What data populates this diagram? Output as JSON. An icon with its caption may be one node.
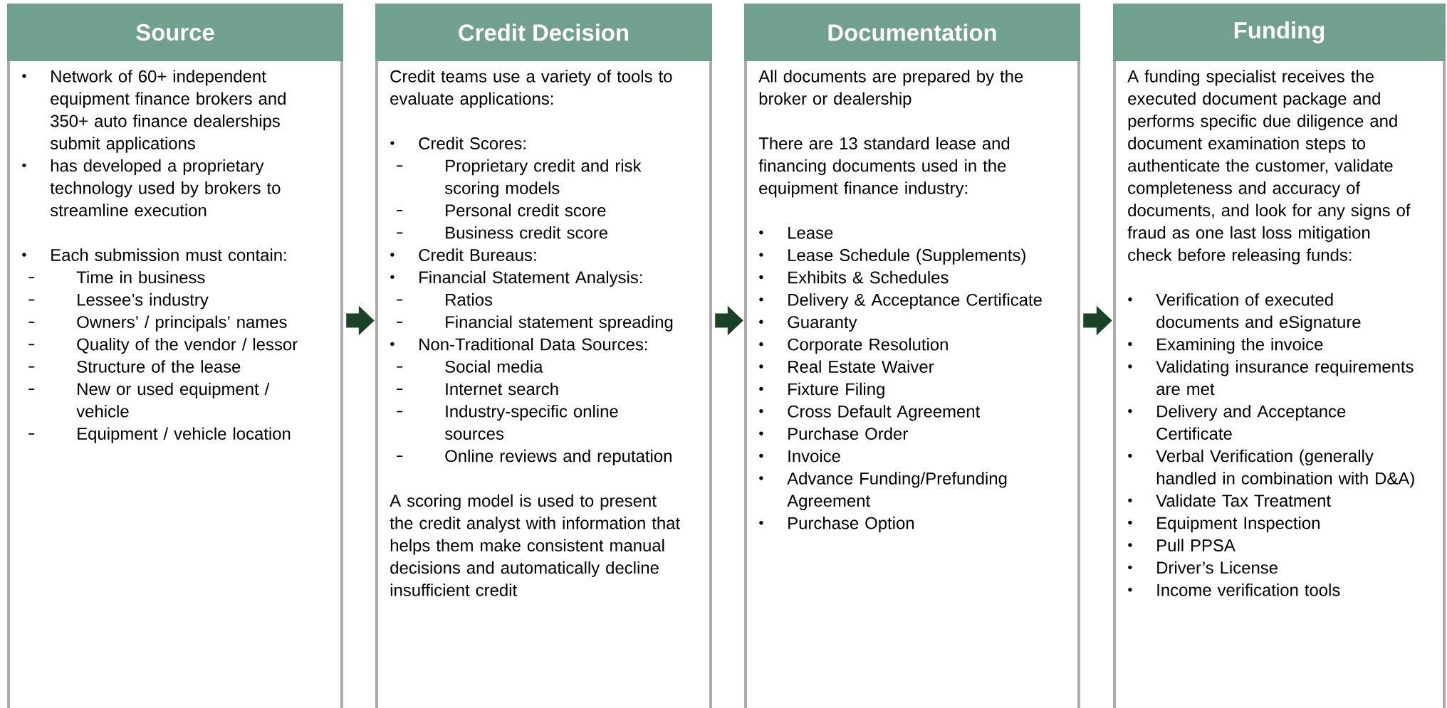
{
  "diagram": {
    "nodes": [
      {
        "text": [
          "Source",
          "Network of 60+ independent equipment finance brokers and 350+ auto finance dealerships submit applications",
          "has developed a proprietary technology used by brokers to streamline execution",
          "Each submission must contain:",
          "Time in business",
          "Lessee’s industry",
          "Owners’ / principals’ names",
          "Quality of the vendor / lessor",
          "Structure of the lease",
          "New or used equipment / vehicle",
          "Equipment / vehicle location"
        ]
      },
      {
        "text": [
          "Credit Decision",
          "Credit teams use a variety of tools to evaluate applications:",
          "Credit Scores:",
          "Proprietary credit and risk scoring models",
          "Personal credit score",
          "Business credit score",
          "Credit Bureaus:",
          "Financial Statement Analysis:",
          "Ratios",
          "Financial statement spreading",
          "Non-Traditional Data Sources:",
          "Social media",
          "Internet search",
          "Industry-specific online sources",
          "Online reviews and reputation",
          "A scoring model is used to present the credit analyst with information that helps them make consistent manual decisions and automatically decline insufficient credit"
        ]
      },
      {
        "text": [
          "Documentation",
          "All documents are prepared by the broker or dealership",
          "There are 13 standard lease and financing documents used in the equipment finance industry:",
          "Lease",
          "Lease Schedule (Supplements)",
          "Exhibits & Schedules",
          "Delivery & Acceptance Certificate",
          "Guaranty",
          "Corporate Resolution",
          "Real Estate Waiver",
          "Fixture Filing",
          "Cross Default Agreement",
          "Purchase Order",
          "Invoice",
          "Advance Funding/Prefunding Agreement",
          "Purchase Option"
        ]
      },
      {
        "text": [
          "Funding",
          "A funding specialist receives the executed document package and performs specific due diligence and document examination steps to authenticate the customer, validate completeness and accuracy of documents, and look for any signs of fraud as one last loss mitigation check before releasing funds:",
          "Verification of executed documents and eSignature",
          "Examining the invoice",
          "Validating insurance requirements are met",
          "Delivery and Acceptance Certificate",
          "Verbal Verification (generally handled in combination with D&A)",
          "Validate Tax Treatment",
          "Equipment Inspection",
          "Pull PPSA",
          "Driver’s License",
          "Income verification tools"
        ]
      }
    ],
    "edges": [
      {
        "from": 0,
        "to": 1,
        "arrow": "to"
      },
      {
        "from": 1,
        "to": 2,
        "arrow": "to"
      },
      {
        "from": 2,
        "to": 3,
        "arrow": "to"
      }
    ]
  }
}
